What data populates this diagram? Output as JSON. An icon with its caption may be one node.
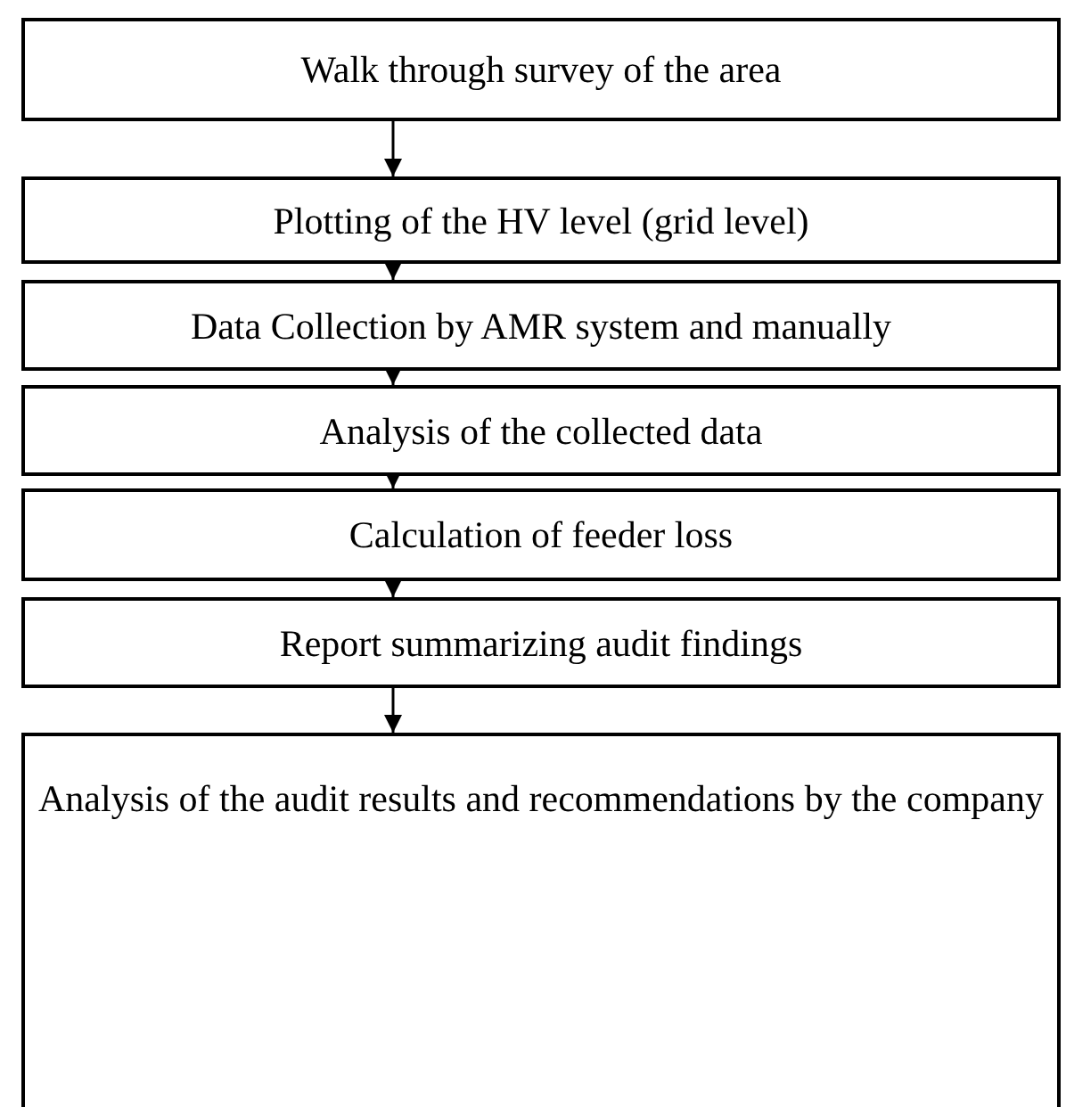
{
  "diagram": {
    "nodes": [
      {
        "text": [
          "Walk through survey of the area"
        ]
      },
      {
        "text": [
          "Plotting of the HV level (grid level)"
        ]
      },
      {
        "text": [
          "Data Collection by AMR system and manually"
        ]
      },
      {
        "text": [
          "Analysis of the collected data"
        ]
      },
      {
        "text": [
          "Calculation of feeder loss"
        ]
      },
      {
        "text": [
          "Report summarizing audit findings"
        ]
      },
      {
        "text": [
          "Analysis of the audit results and recommendations by the company"
        ]
      }
    ],
    "edges": [
      {
        "from": 0,
        "to": 1,
        "arrow": "to"
      },
      {
        "from": 1,
        "to": 2,
        "arrow": "to"
      },
      {
        "from": 2,
        "to": 3,
        "arrow": "to"
      },
      {
        "from": 3,
        "to": 4,
        "arrow": "to"
      },
      {
        "from": 4,
        "to": 5,
        "arrow": "to"
      },
      {
        "from": 5,
        "to": 6,
        "arrow": "to"
      }
    ]
  }
}
